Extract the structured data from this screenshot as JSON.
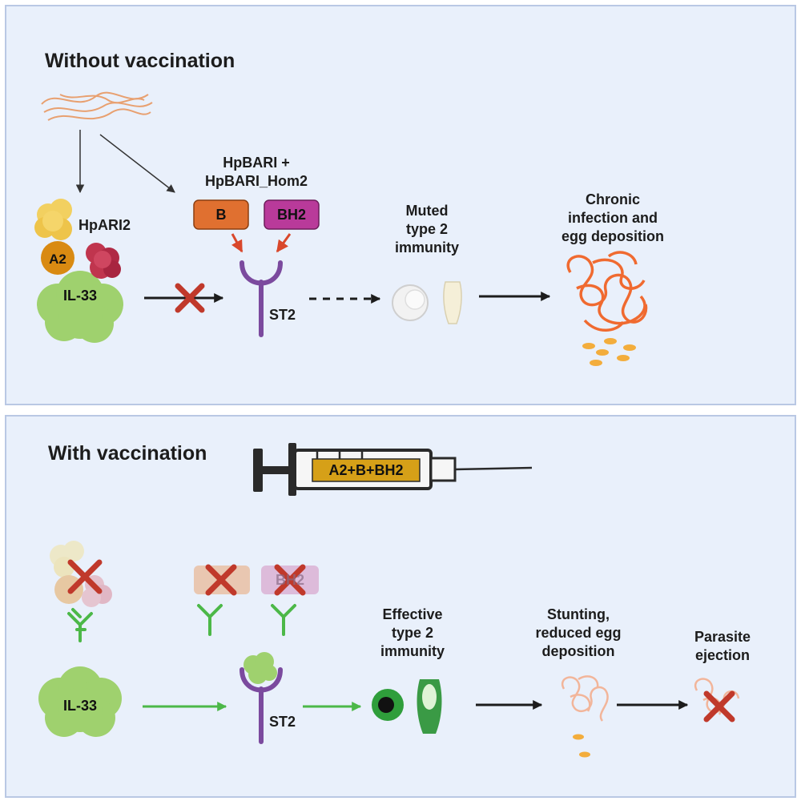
{
  "top_panel": {
    "heading": "Without vaccination",
    "hpari2_label": "HpARI2",
    "a2_label": "A2",
    "il33_label": "IL-33",
    "hpbari_label_line1": "HpBARI +",
    "hpbari_label_line2": "HpBARI_Hom2",
    "b_label": "B",
    "bh2_label": "BH2",
    "st2_label": "ST2",
    "muted_line1": "Muted",
    "muted_line2": "type 2",
    "muted_line3": "immunity",
    "chronic_line1": "Chronic",
    "chronic_line2": "infection and",
    "chronic_line3": "egg deposition"
  },
  "bottom_panel": {
    "heading": "With vaccination",
    "vaccine_label": "A2+B+BH2",
    "bh2_faded_label": "BH2",
    "il33_label": "IL-33",
    "st2_label": "ST2",
    "effective_line1": "Effective",
    "effective_line2": "type 2",
    "effective_line3": "immunity",
    "stunting_line1": "Stunting,",
    "stunting_line2": "reduced egg",
    "stunting_line3": "deposition",
    "ejection_line1": "Parasite",
    "ejection_line2": "ejection"
  },
  "colors": {
    "panel_bg": "#e9f0fb",
    "b_box": "#e07030",
    "bh2_box": "#b93a9a",
    "a2": "#d98a12",
    "il33_green": "#9fd16e",
    "st2_purple": "#7b4a9e",
    "block_cross": "#c0392b",
    "green_arrow": "#4cb848",
    "worm_orange": "#f06a30",
    "egg": "#f3ad3c"
  }
}
